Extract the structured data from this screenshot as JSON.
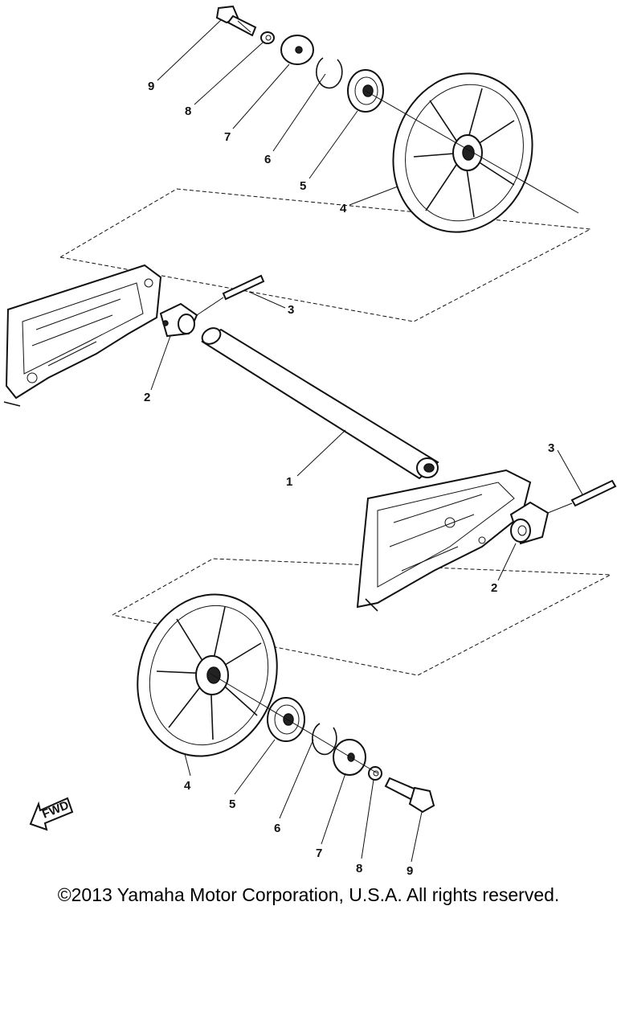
{
  "callouts": {
    "top_9": "9",
    "top_8": "8",
    "top_7": "7",
    "top_6": "6",
    "top_5": "5",
    "top_4": "4",
    "left_3": "3",
    "left_2": "2",
    "shaft_1": "1",
    "right_3": "3",
    "right_2": "2",
    "bot_4": "4",
    "bot_5": "5",
    "bot_6": "6",
    "bot_7": "7",
    "bot_8": "8",
    "bot_9": "9"
  },
  "fwd_label": "FWD",
  "copyright": "©2013 Yamaha Motor Corporation, U.S.A. All rights reserved."
}
